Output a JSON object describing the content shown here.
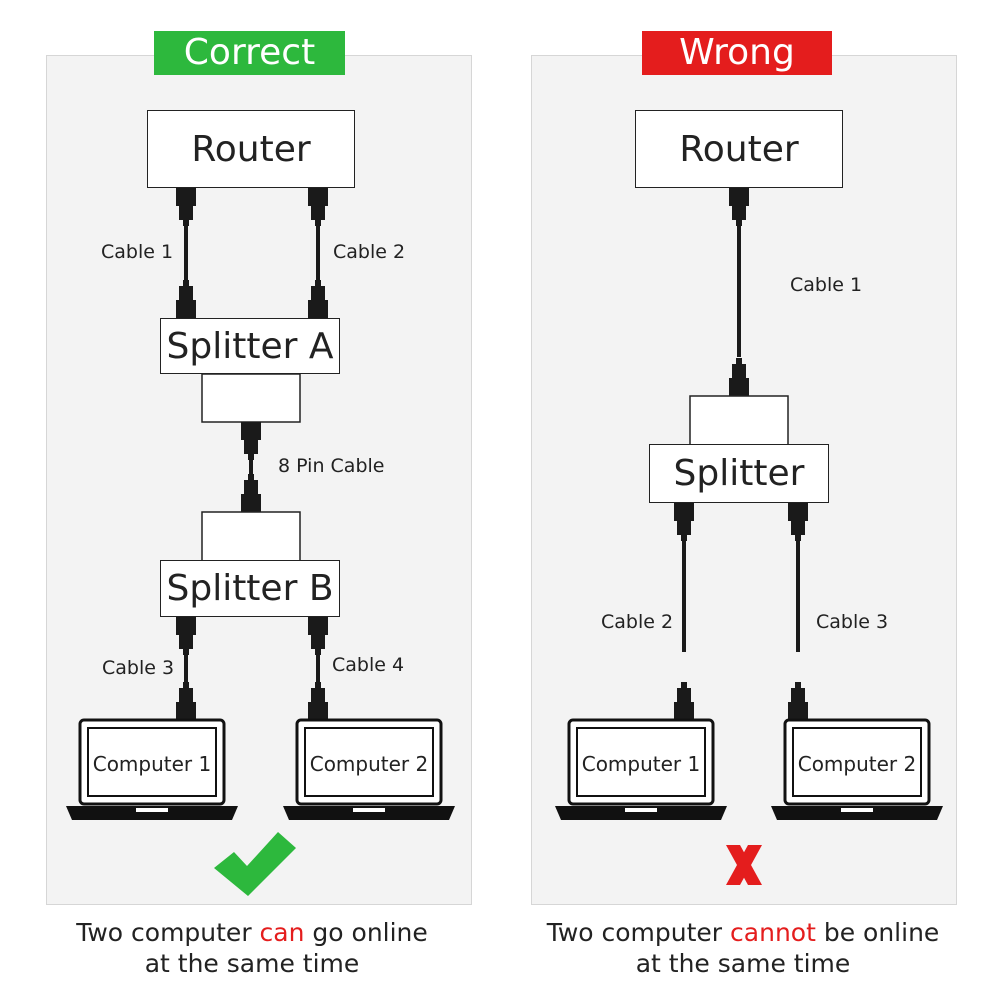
{
  "left": {
    "tag": "Correct",
    "router": "Router",
    "splitter_a": "Splitter A",
    "splitter_b": "Splitter B",
    "cable1": "Cable 1",
    "cable2": "Cable 2",
    "cable3": "Cable 3",
    "cable4": "Cable 4",
    "pin_cable": "8 Pin Cable",
    "computer1": "Computer 1",
    "computer2": "Computer 2",
    "caption_pre": "Two computer ",
    "caption_hl": "can",
    "caption_post": " go online",
    "caption_line2": "at the same time",
    "status_icon": "check-icon"
  },
  "right": {
    "tag": "Wrong",
    "router": "Router",
    "splitter": "Splitter",
    "cable1": "Cable 1",
    "cable2": "Cable 2",
    "cable3": "Cable 3",
    "computer1": "Computer 1",
    "computer2": "Computer 2",
    "caption_pre": "Two computer ",
    "caption_hl": "cannot",
    "caption_post": " be online",
    "caption_line2": "at the same time",
    "status_icon": "x-icon"
  },
  "colors": {
    "correct": "#2db83d",
    "wrong": "#e41d1d",
    "panel_bg": "#f3f3f3",
    "connector": "#1a1a1a"
  }
}
